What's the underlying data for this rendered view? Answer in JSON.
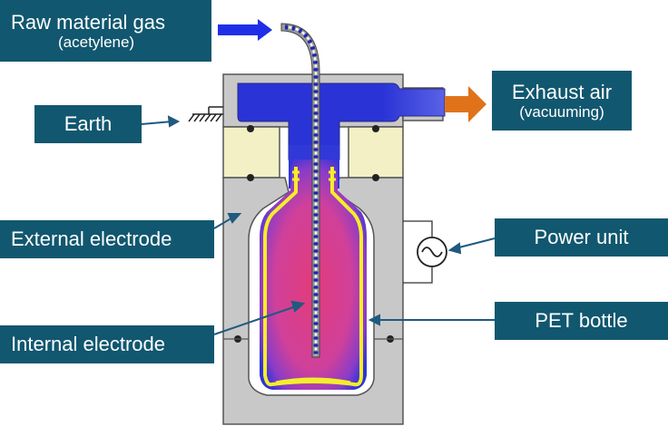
{
  "labels": {
    "raw_gas": {
      "title": "Raw material gas",
      "sub": "(acetylene)"
    },
    "exhaust": {
      "title": "Exhaust air",
      "sub": "(vacuuming)"
    },
    "earth": "Earth",
    "external_electrode": "External electrode",
    "internal_electrode": "Internal electrode",
    "power_unit": "Power unit",
    "pet_bottle": "PET bottle"
  },
  "colors": {
    "label_bg": "#11576f",
    "label_text": "#ffffff",
    "chamber_gray": "#c8c8c8",
    "insulator_yellow": "#f2f0c4",
    "gas_blue": "#2430d8",
    "plasma_pink": "#e0407e",
    "bottle_wall": "#f4ee2a",
    "inflow_arrow": "#1f2fe8",
    "outflow_arrow": "#e0731a",
    "pointer": "#1f5a80"
  },
  "icons": {
    "inflow": "arrow-right-icon",
    "outflow": "arrow-right-icon",
    "power": "ac-source-icon",
    "ground": "ground-icon"
  }
}
